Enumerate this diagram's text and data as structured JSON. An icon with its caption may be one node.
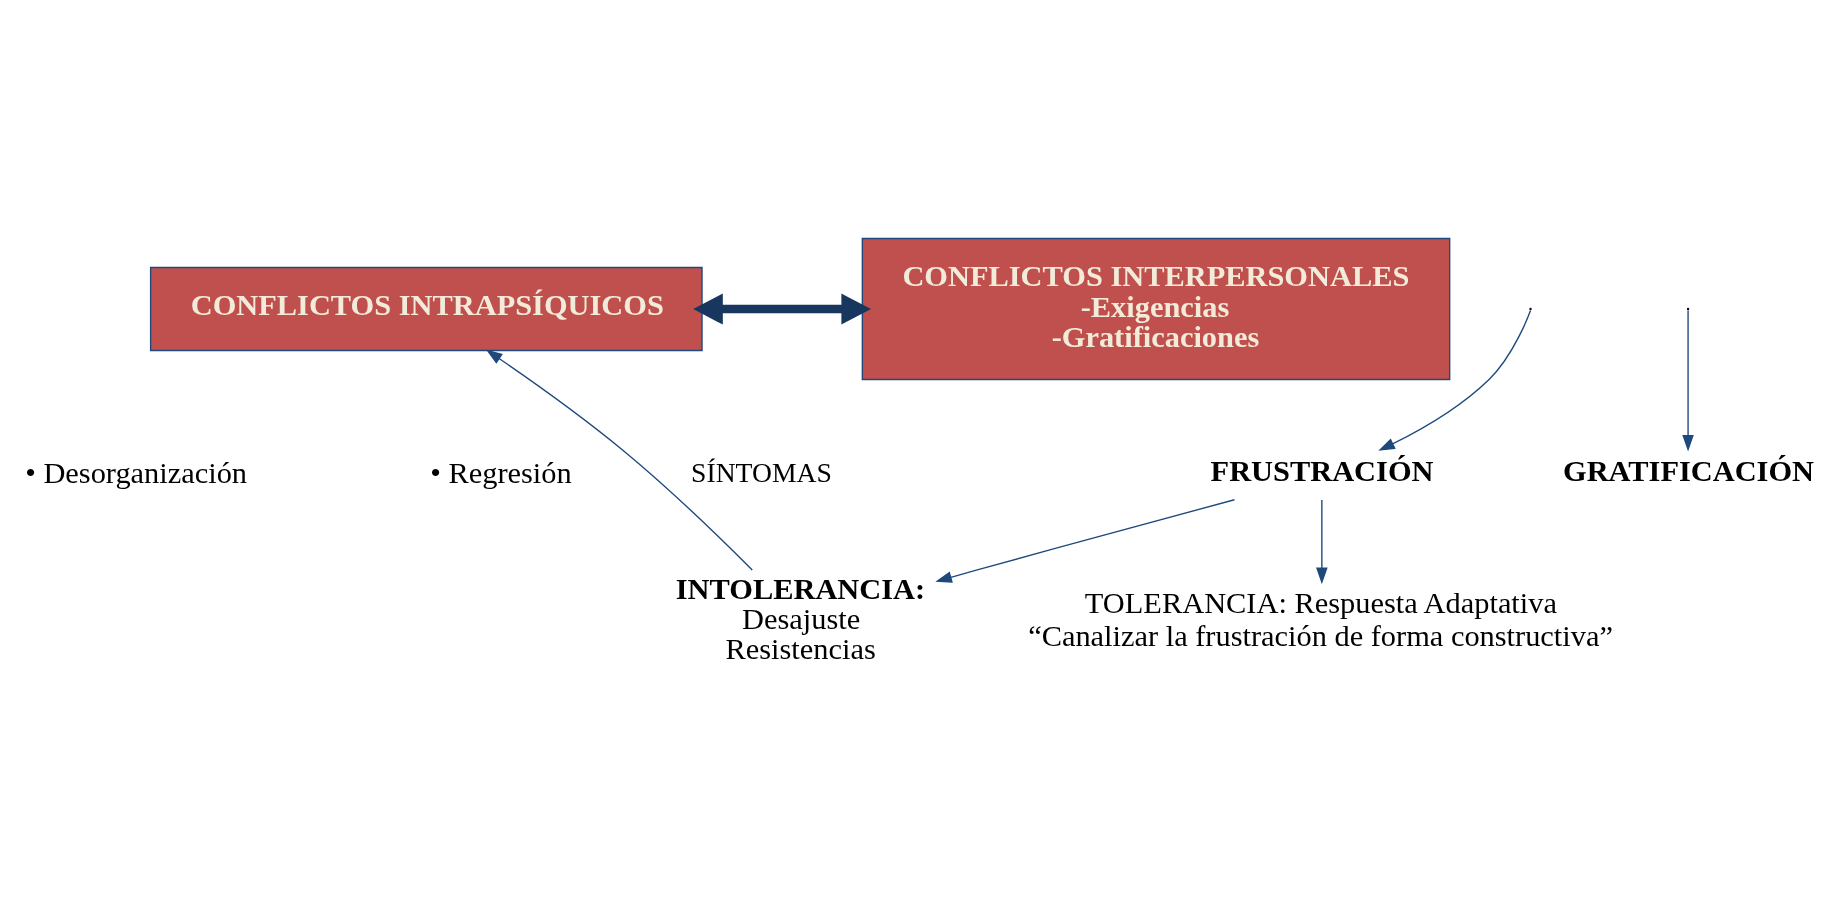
{
  "diagram": {
    "nodes": [
      {
        "text": [
          "CONFLICTOS INTRAPSÍQUICOS"
        ]
      },
      {
        "text": [
          "CONFLICTOS INTERPERSONALES",
          "-Exigencias",
          "-Gratificaciones"
        ]
      },
      {
        "text": [
          "GRATIFICACIÓN"
        ]
      },
      {
        "text": [
          "FRUSTRACIÓN"
        ]
      },
      {
        "text": [
          "INTOLERANCIA:",
          "Desajuste",
          "Resistencias"
        ]
      },
      {
        "text": [
          "TOLERANCIA: Respuesta Adaptativa",
          "“Canalizar la frustración de forma constructiva”"
        ]
      }
    ],
    "edges": [
      {
        "from": 0,
        "to": 1,
        "arrow": "both",
        "style": "thick"
      },
      {
        "from": null,
        "to": 2,
        "arrow": "to"
      },
      {
        "from": null,
        "to": 3,
        "arrow": "to"
      },
      {
        "from": 3,
        "to": 4,
        "arrow": "to"
      },
      {
        "from": 3,
        "to": 5,
        "arrow": "to"
      },
      {
        "from": 4,
        "to": 0,
        "arrow": "to",
        "label": "SÍNTOMAS"
      }
    ],
    "labels": [
      "• Desorganización",
      "• Regresión"
    ]
  }
}
